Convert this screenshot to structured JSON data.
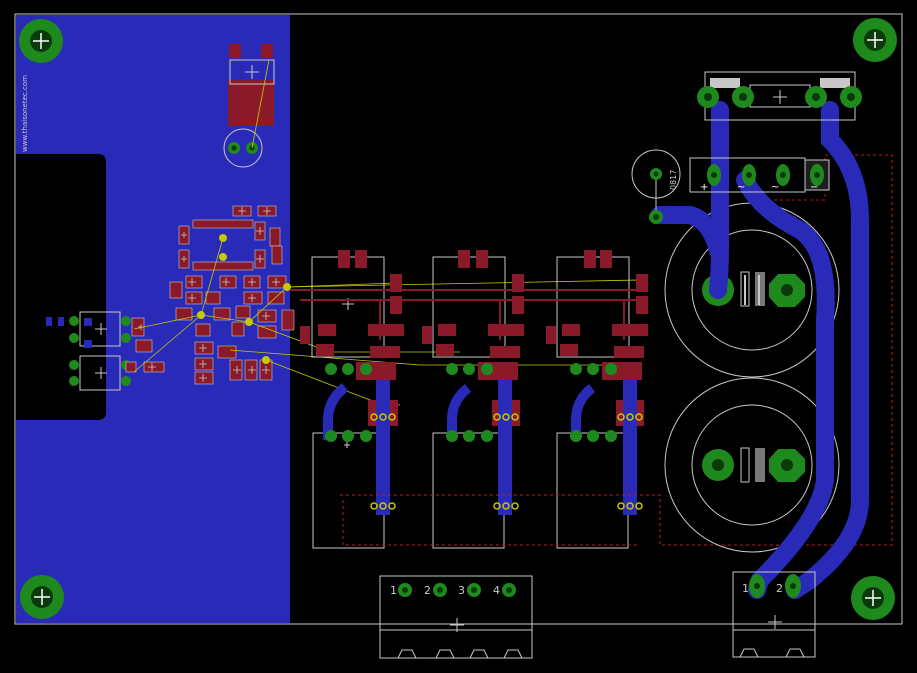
{
  "silkscreen": {
    "url_text": "www.thaisonetec.com",
    "bridge_label": "0817"
  },
  "connector_left": {
    "pins": [
      "1",
      "2",
      "3",
      "4"
    ]
  },
  "connector_right": {
    "pins": [
      "1",
      "2"
    ]
  },
  "bridge_marks": [
    "+",
    "~",
    "~",
    "−"
  ],
  "colors": {
    "background": "#000000",
    "outline": "#c8c8c8",
    "copper_bottom": "#2a2ab8",
    "copper_top": "#8a1a2a",
    "pad": "#1e8a1e",
    "pad_hole": "#0a3a0a",
    "ratsnest": "#c8c800",
    "dimension": "#c01818"
  }
}
